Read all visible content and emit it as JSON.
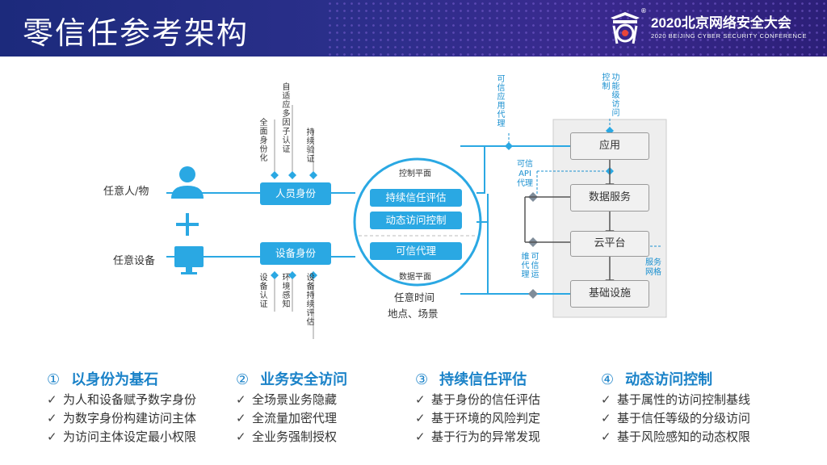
{
  "header": {
    "title": "零信任参考架构",
    "conference_name": "2020北京网络安全大会",
    "conference_en": "2020 BEIJING CYBER SECURITY CONFERENCE",
    "registered": "®"
  },
  "diagram": {
    "subject_label": "任意人/物",
    "plus": "+",
    "device_label": "任意设备",
    "person_identity": "人员身份",
    "device_identity": "设备身份",
    "top_features": [
      "全面身份化",
      "自适应多因子认证",
      "持续验证"
    ],
    "bottom_features": [
      "设备认证",
      "环境感知",
      "设备持续评估"
    ],
    "control_plane": "控制平面",
    "data_plane": "数据平面",
    "continuous_eval": "持续信任评估",
    "dynamic_access": "动态访问控制",
    "trusted_proxy": "可信代理",
    "anywhere_1": "任意时间",
    "anywhere_2": "地点、场景",
    "app_proxy": "可信应用代理",
    "api_proxy_1": "可信",
    "api_proxy_2": "API",
    "api_proxy_3": "代理",
    "ops_proxy": "可信运维代理",
    "func_access": "功能级访问控制",
    "service_grid_1": "服务",
    "service_grid_2": "网格",
    "layers": [
      "应用",
      "数据服务",
      "云平台",
      "基础设施"
    ]
  },
  "sections": [
    {
      "num": "①",
      "title": "以身份为基石",
      "items": [
        "为人和设备赋予数字身份",
        "为数字身份构建访问主体",
        "为访问主体设定最小权限"
      ]
    },
    {
      "num": "②",
      "title": "业务安全访问",
      "items": [
        "全场景业务隐藏",
        "全流量加密代理",
        "全业务强制授权"
      ]
    },
    {
      "num": "③",
      "title": "持续信任评估",
      "items": [
        "基于身份的信任评估",
        "基于环境的风险判定",
        "基于行为的异常发现"
      ]
    },
    {
      "num": "④",
      "title": "动态访问控制",
      "items": [
        "基于属性的访问控制基线",
        "基于信任等级的分级访问",
        "基于风险感知的动态权限"
      ]
    }
  ],
  "check_mark": "✓",
  "colors": {
    "accent": "#2aa8e3",
    "header": "#1c2a7c",
    "diamond": "#7f8c99",
    "blue_diamond": "#2aa8e3"
  }
}
